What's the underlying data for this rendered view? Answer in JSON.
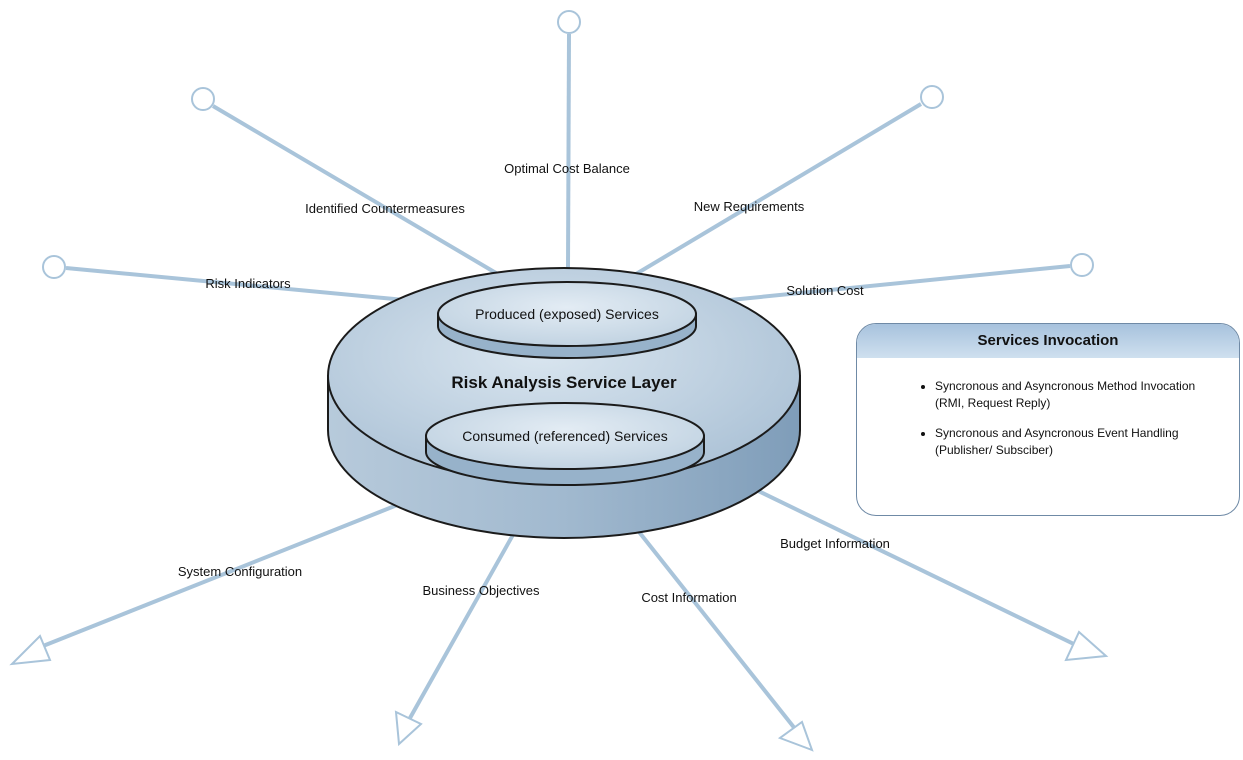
{
  "diagram": {
    "layer_title": "Risk Analysis Service Layer",
    "produced_label": "Produced (exposed) Services",
    "consumed_label": "Consumed (referenced) Services",
    "provided": [
      "Optimal Cost Balance",
      "Identified Countermeasures",
      "New Requirements",
      "Risk Indicators",
      "Solution Cost"
    ],
    "required": [
      "System Configuration",
      "Business Objectives",
      "Cost Information",
      "Budget Information"
    ]
  },
  "legend": {
    "title": "Services Invocation",
    "items": [
      "Syncronous and Asyncronous Method Invocation (RMI, Request Reply)",
      "Syncronous and Asyncronous Event Handling (Publisher/ Subsciber)"
    ]
  },
  "colors": {
    "connector": "#a9c4da",
    "disc_light": "#c8d8e6",
    "disc_dark": "#7f9db9"
  }
}
